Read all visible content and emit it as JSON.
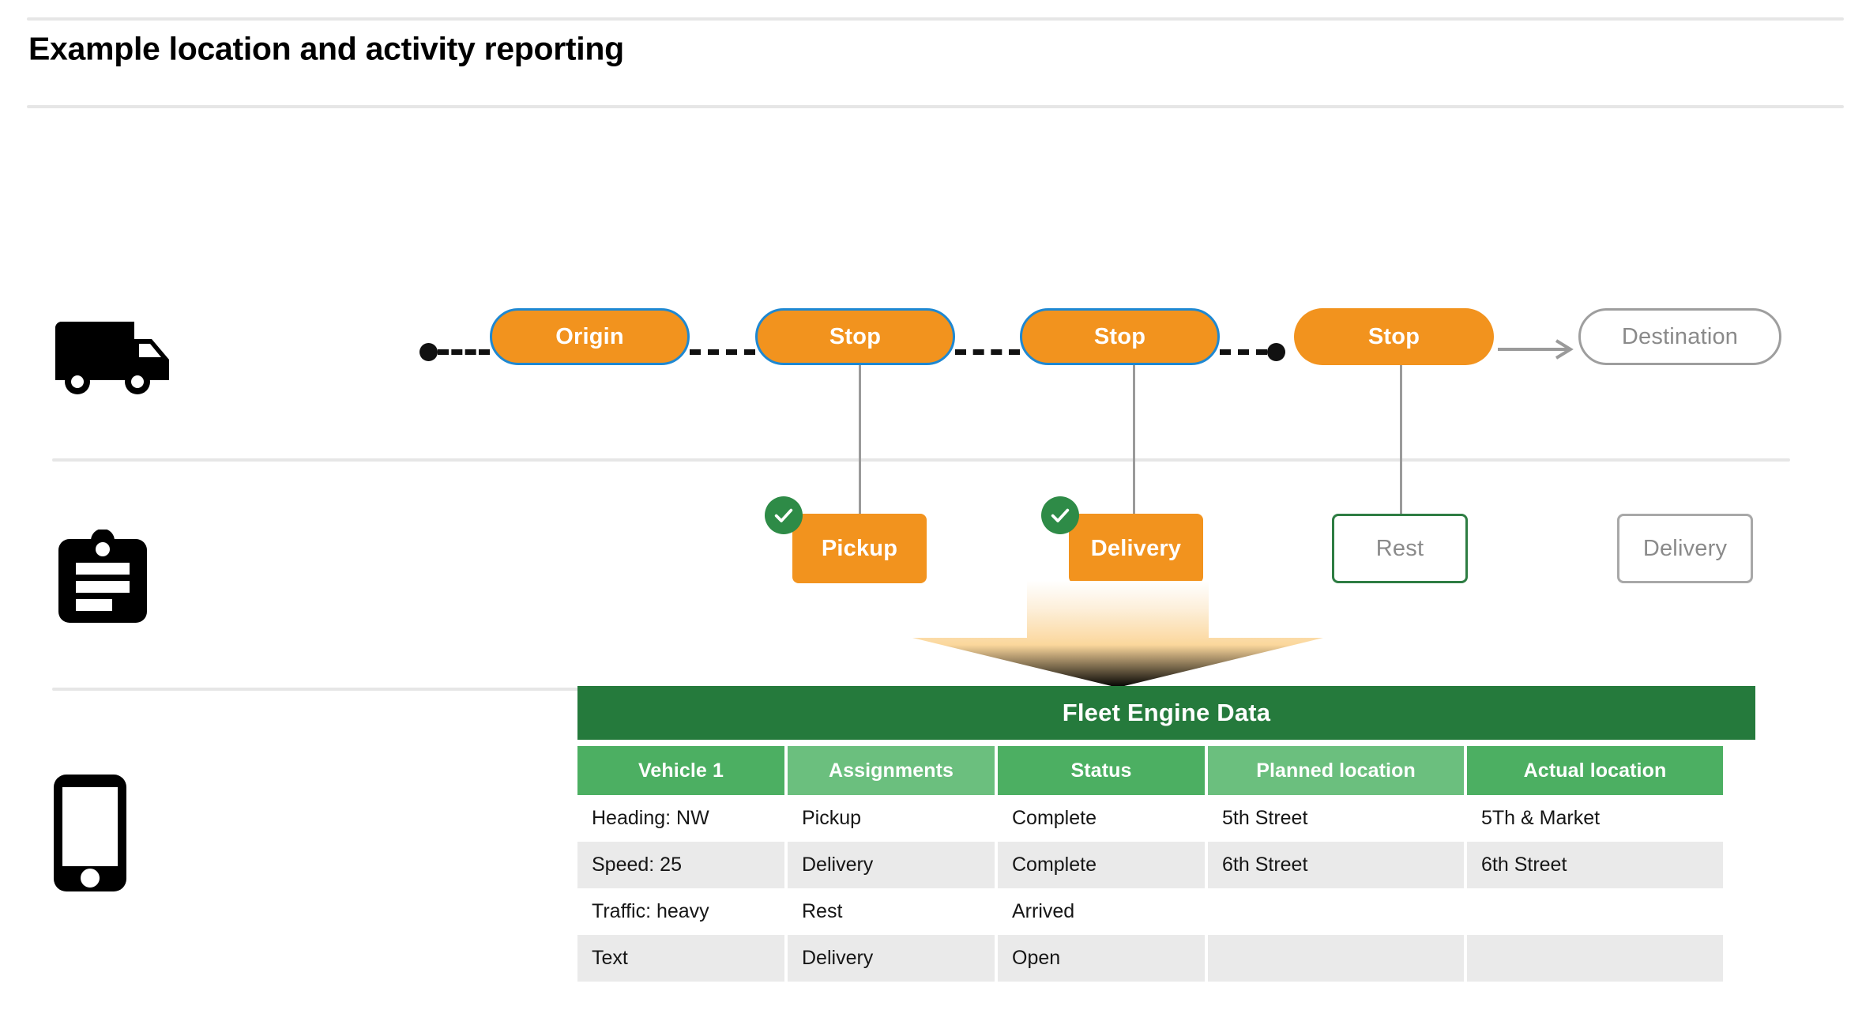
{
  "page": {
    "title": "Example location and activity reporting",
    "background": "#ffffff"
  },
  "colors": {
    "orange": "#F2931E",
    "blue_border": "#1E88D2",
    "green_dark": "#257A3C",
    "green_header_a": "#4CAF62",
    "green_header_b": "#6BBF7E",
    "green_check": "#2E8B47",
    "grey_outline": "#9e9e9e",
    "grey_text": "#8a8a8a",
    "stripe": "#eaeaea"
  },
  "icons": {
    "truck": "truck-icon",
    "clipboard": "clipboard-icon",
    "phone": "phone-icon",
    "check": "check-circle-icon",
    "arrow_right": "arrow-right-icon",
    "arrow_down": "arrow-down-icon"
  },
  "route": {
    "name": "vehicle-route",
    "nodes": [
      {
        "label": "Origin",
        "style": "filled-bordered"
      },
      {
        "label": "Stop",
        "style": "filled-bordered"
      },
      {
        "label": "Stop",
        "style": "filled-bordered"
      },
      {
        "label": "Stop",
        "style": "filled"
      },
      {
        "label": "Destination",
        "style": "ghost"
      }
    ]
  },
  "activities": {
    "name": "activity-row",
    "cards": [
      {
        "label": "Pickup",
        "style": "filled",
        "completed": true
      },
      {
        "label": "Delivery",
        "style": "filled",
        "completed": true
      },
      {
        "label": "Rest",
        "style": "outline-green",
        "completed": false
      },
      {
        "label": "Delivery",
        "style": "outline-grey",
        "completed": false
      }
    ]
  },
  "table": {
    "title": "Fleet Engine Data",
    "columns": [
      "Vehicle 1",
      "Assignments",
      "Status",
      "Planned location",
      "Actual location"
    ],
    "rows": [
      [
        "Heading: NW",
        "Pickup",
        "Complete",
        "5th Street",
        "5Th & Market"
      ],
      [
        "Speed: 25",
        "Delivery",
        "Complete",
        "6th Street",
        "6th Street"
      ],
      [
        "Traffic: heavy",
        "Rest",
        "Arrived",
        "",
        ""
      ],
      [
        "Text",
        "Delivery",
        "Open",
        "",
        ""
      ]
    ]
  }
}
